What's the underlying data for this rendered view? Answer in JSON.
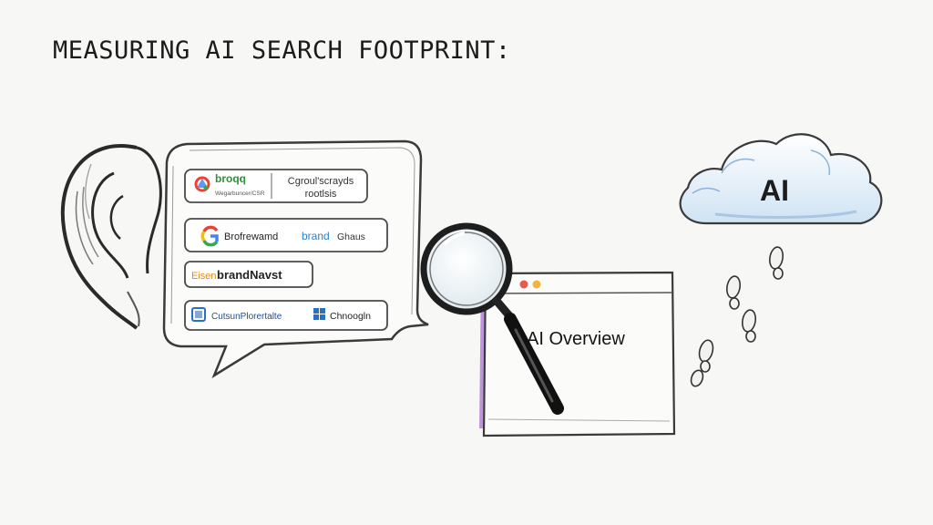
{
  "title": "MEASURING AI SEARCH FOOTPRINT:",
  "speech_bubble": {
    "rows": [
      {
        "icon": "colorful-logo-icon",
        "label_a": "broqq",
        "label_a_color": "#2f8f3a",
        "sublabel_a": "Wegarbuncer/CSR",
        "label_b_line1": "Cgroul'scrayds",
        "label_b_line2": "rootlsis"
      },
      {
        "icon": "google-g-icon",
        "label_a": "Brofrewamd",
        "label_b": "brand",
        "label_c": "Ghaus"
      },
      {
        "icon": "none",
        "label_a": "Eisen",
        "label_b": "brandNavst",
        "label_a_color": "#d98a1f"
      },
      {
        "icon": "blue-logo-icon",
        "label_a": "CutsunPlorertalte",
        "icon_b": "windows-logo-icon",
        "label_b": "Chnoogln"
      }
    ]
  },
  "browser_window": {
    "label": "AI Overview"
  },
  "cloud": {
    "label": "AI"
  },
  "icons": [
    "ear-icon",
    "speech-bubble-icon",
    "magnifying-glass-icon",
    "browser-window-icon",
    "cloud-icon",
    "footprints-icon"
  ],
  "colors": {
    "ink": "#1b1b1b",
    "cloud_blue": "#cfe3f3",
    "accent_purple": "#b27bd6",
    "google_blue": "#4285f4",
    "google_red": "#ea4335",
    "google_yellow": "#fbbc05",
    "google_green": "#34a853"
  }
}
